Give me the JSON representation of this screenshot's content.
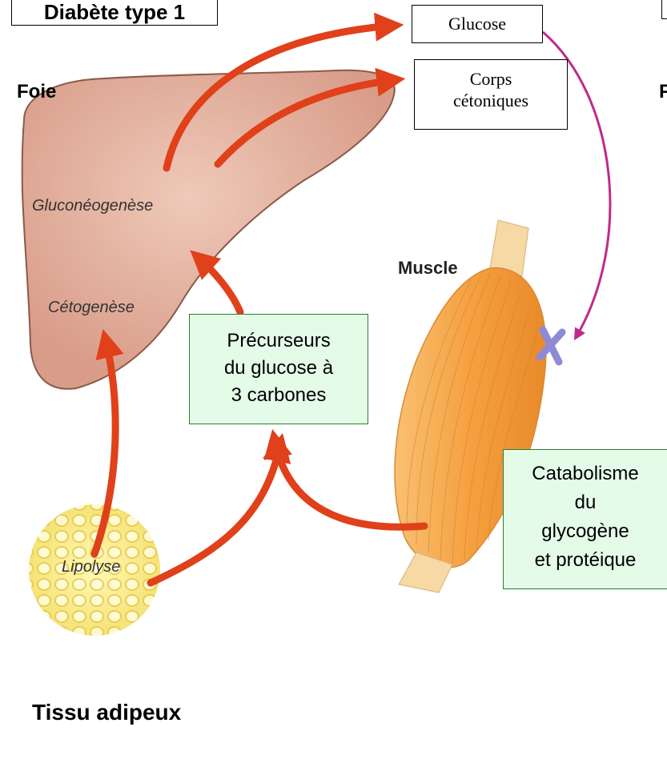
{
  "title": "Diabète type 1",
  "labels": {
    "foie": "Foie",
    "muscle": "Muscle",
    "tissu_adipeux": "Tissu adipeux",
    "gluconeogenese": "Gluconéogenèse",
    "cetogenese": "Cétogenèse",
    "lipolyse": "Lipolyse",
    "partial_right_glyph": "F"
  },
  "boxes": {
    "glucose": "Glucose",
    "corps_cetoniques": [
      "Corps",
      "cétoniques"
    ],
    "precurseurs": [
      "Précurseurs",
      "du glucose à",
      "3 carbones"
    ],
    "catabolisme": [
      "Catabolisme",
      "du",
      "glycogène",
      "et protéique"
    ]
  },
  "colors": {
    "liver": "#e8b8a6",
    "liver_outline": "#8a5a4a",
    "muscle": "#f5a040",
    "tendon": "#f6d9a4",
    "fat": "#fff6a0",
    "arrow_red": "#e0401a",
    "arrow_magenta": "#c02a8a",
    "blocked_cross": "#8e8ad8",
    "green_box_fill": "#e4fbe8",
    "green_box_border": "#2d7d2d"
  }
}
